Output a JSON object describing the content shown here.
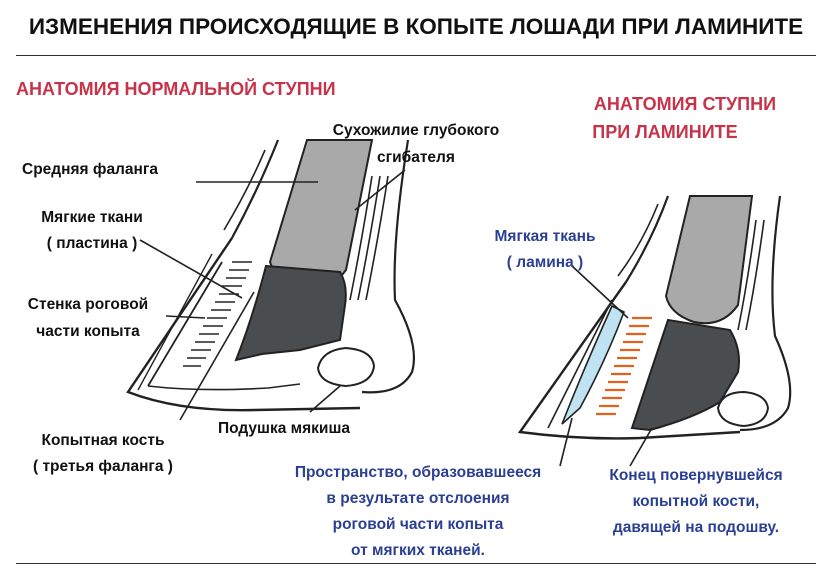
{
  "title": "ИЗМЕНЕНИЯ ПРОИСХОДЯЩИЕ В КОПЫТЕ ЛОШАДИ ПРИ ЛАМИНИТЕ",
  "normal": {
    "heading": "АНАТОМИЯ НОРМАЛЬНОЙ СТУПНИ",
    "labels": {
      "middle_phalanx": "Средняя фаланга",
      "soft_tissue_1": "Мягкие ткани",
      "soft_tissue_2": "( пластина )",
      "wall_1": "Стенка роговой",
      "wall_2": "части копыта",
      "coffin_1": "Копытная кость",
      "coffin_2": "( третья фаланга )",
      "tendon_1": "Сухожилие глубокого",
      "tendon_2": "сгибателя",
      "cushion": "Подушка мякиша"
    }
  },
  "laminitis": {
    "heading_1": "АНАТОМИЯ СТУПНИ",
    "heading_2": "ПРИ ЛАМИНИТЕ",
    "labels": {
      "soft_1": "Мягкая ткань",
      "soft_2": "( ламина )"
    }
  },
  "captions": {
    "space": [
      "Пространство, образовавшееся",
      "в результате отслоения",
      "роговой части копыта",
      "от мягких тканей."
    ],
    "rotation": [
      "Конец повернувшейся",
      "копытной кости,",
      "давящей на подошву."
    ]
  },
  "colors": {
    "heading": "#c8334a",
    "caption": "#2b3f93",
    "bone_gray": "#a9a9a9",
    "coffin_bone": "#4a4d4f",
    "gap_blue": "#bfe3f2",
    "laminae_orange": "#e2611c"
  }
}
